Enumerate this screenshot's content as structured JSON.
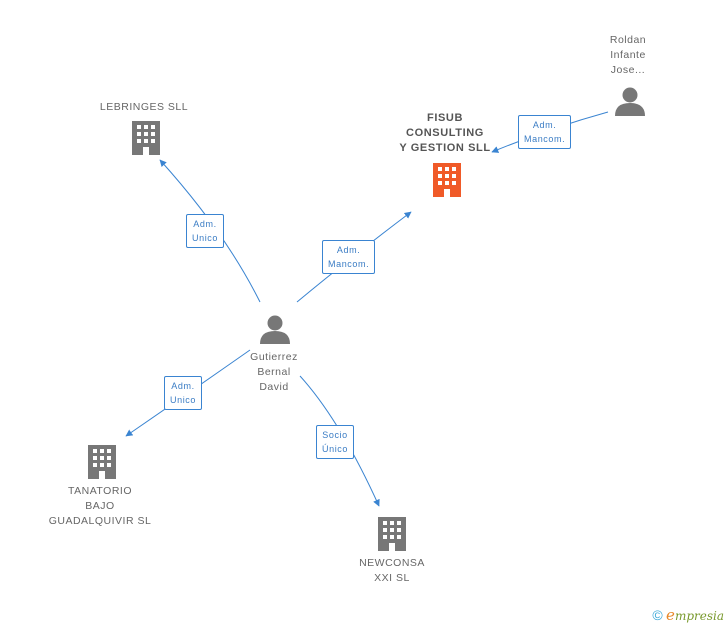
{
  "nodes": {
    "lebringes": {
      "label": "LEBRINGES  SLL"
    },
    "fisub": {
      "label": "FISUB\nCONSULTING\nY GESTION  SLL"
    },
    "roldan": {
      "label": "Roldan\nInfante\nJose..."
    },
    "gutierrez": {
      "label": "Gutierrez\nBernal\nDavid"
    },
    "tanatorio": {
      "label": "TANATORIO\nBAJO\nGUADALQUIVIR SL"
    },
    "newconsa": {
      "label": "NEWCONSA\nXXI SL"
    }
  },
  "edges": {
    "gutierrez_lebringes": {
      "label": "Adm.\nUnico"
    },
    "gutierrez_fisub": {
      "label": "Adm.\nMancom."
    },
    "roldan_fisub": {
      "label": "Adm.\nMancom."
    },
    "gutierrez_tanatorio": {
      "label": "Adm.\nUnico"
    },
    "gutierrez_newconsa": {
      "label": "Socio\nÚnico"
    }
  },
  "footer": {
    "copyright": "©",
    "brand_initial": "e",
    "brand_rest": "mpresia"
  },
  "colors": {
    "edge": "#3a84d1",
    "highlight_company": "#f05a28",
    "company": "#777777",
    "person": "#777777"
  }
}
